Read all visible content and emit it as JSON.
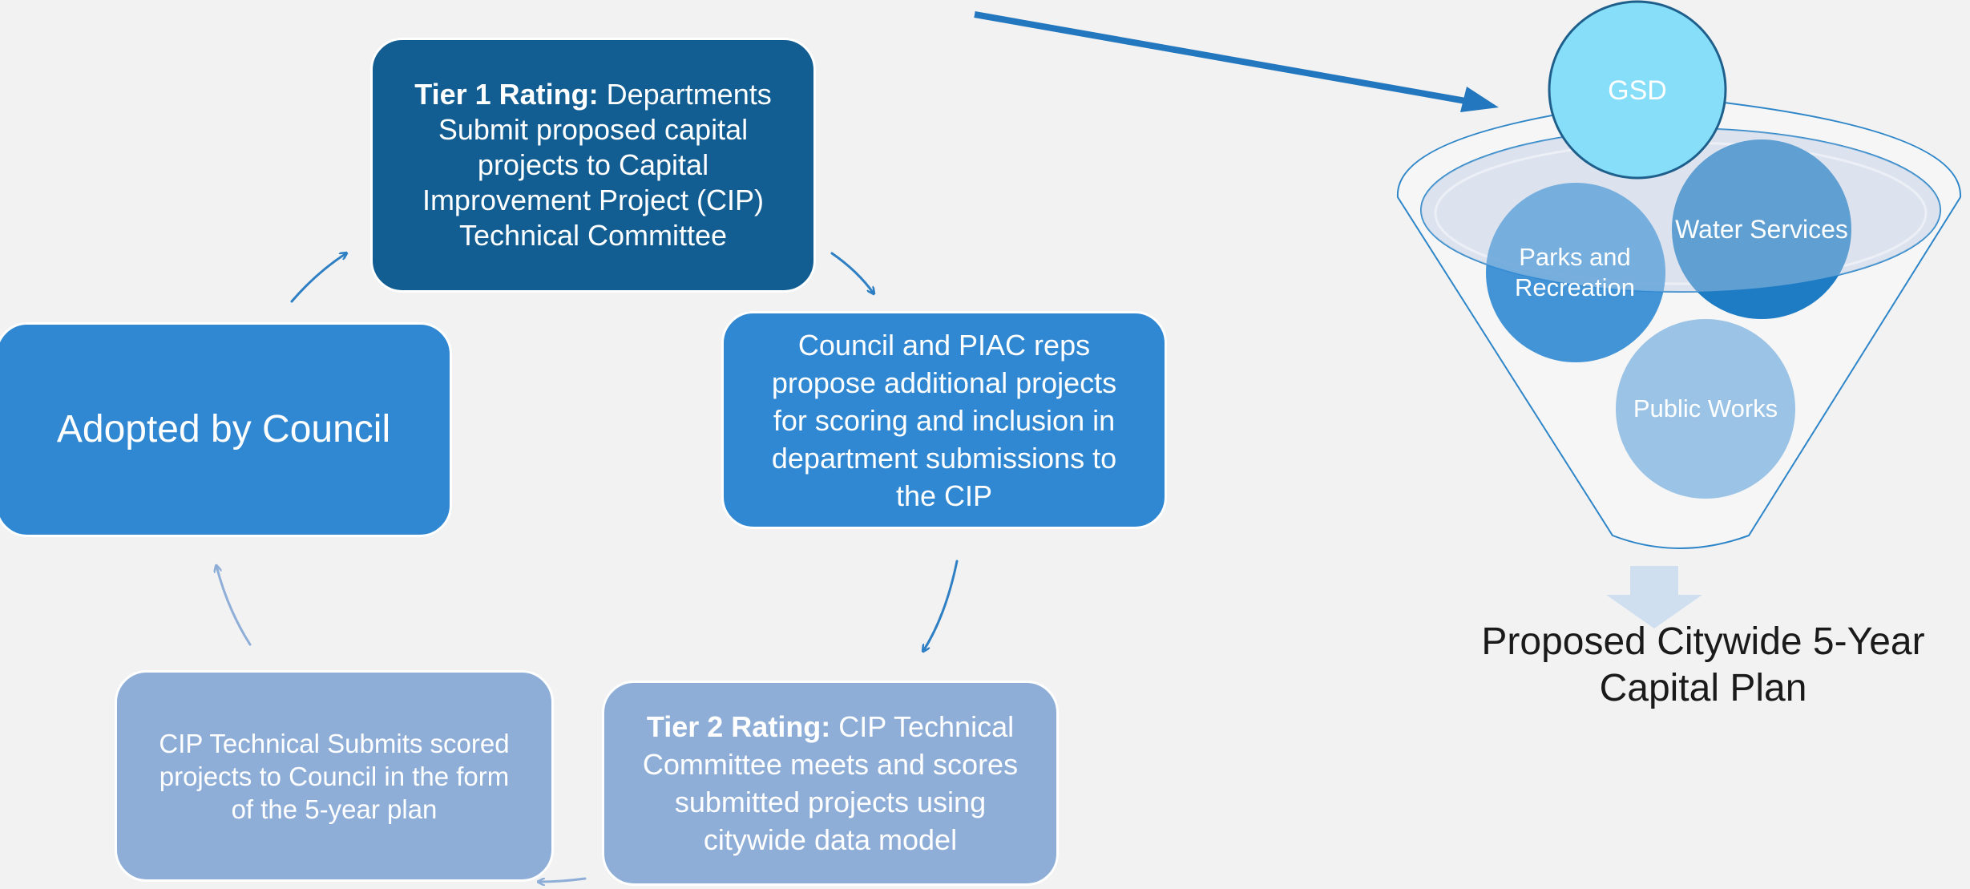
{
  "cycle": {
    "tier1": {
      "bold": "Tier 1 Rating:",
      "text": " Departments Submit proposed capital projects to Capital Improvement Project (CIP) Technical Committee"
    },
    "council_reps": {
      "text": "Council and PIAC reps propose additional projects for scoring and inclusion in department submissions to the CIP"
    },
    "tier2": {
      "bold": "Tier 2 Rating:",
      "text": " CIP Technical Committee meets and scores submitted projects using citywide data model"
    },
    "cip_submits": {
      "text": "CIP Technical Submits scored projects to Council in the form of the 5-year plan"
    },
    "adopted": {
      "text": "Adopted by Council"
    }
  },
  "funnel": {
    "circles": {
      "gsd": "GSD",
      "water": "Water Services",
      "parks": "Parks and Recreation",
      "public_works": "Public Works"
    },
    "output": "Proposed Citywide 5-Year Capital Plan"
  },
  "colors": {
    "dark_blue": "#125e92",
    "mid_blue": "#3087d2",
    "light_blue": "#8eaed8",
    "gsd_cyan": "#86def9",
    "background": "#f2f2f2"
  }
}
